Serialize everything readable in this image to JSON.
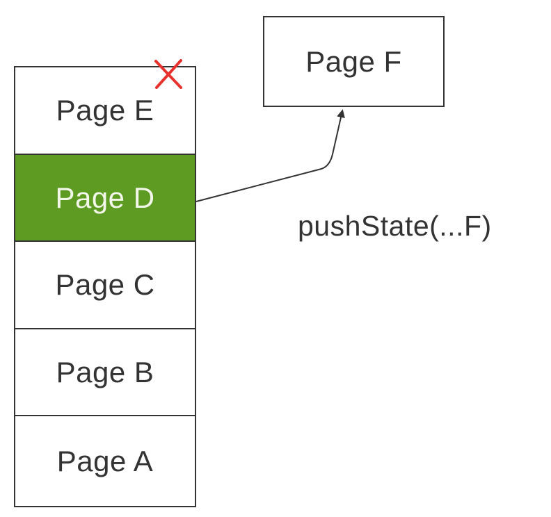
{
  "stack": {
    "pages": [
      {
        "id": "e",
        "label": "Page E",
        "removed": true
      },
      {
        "id": "d",
        "label": "Page D",
        "active": true
      },
      {
        "id": "c",
        "label": "Page C"
      },
      {
        "id": "b",
        "label": "Page B"
      },
      {
        "id": "a",
        "label": "Page A"
      }
    ]
  },
  "new_page": {
    "label": "Page F"
  },
  "call": {
    "label": "pushState(...F)"
  },
  "icons": {
    "removed_marker": "close-icon",
    "transition": "arrow-icon"
  },
  "colors": {
    "active": "#5d9b22",
    "removed_marker": "#e8302c",
    "line": "#333333"
  }
}
